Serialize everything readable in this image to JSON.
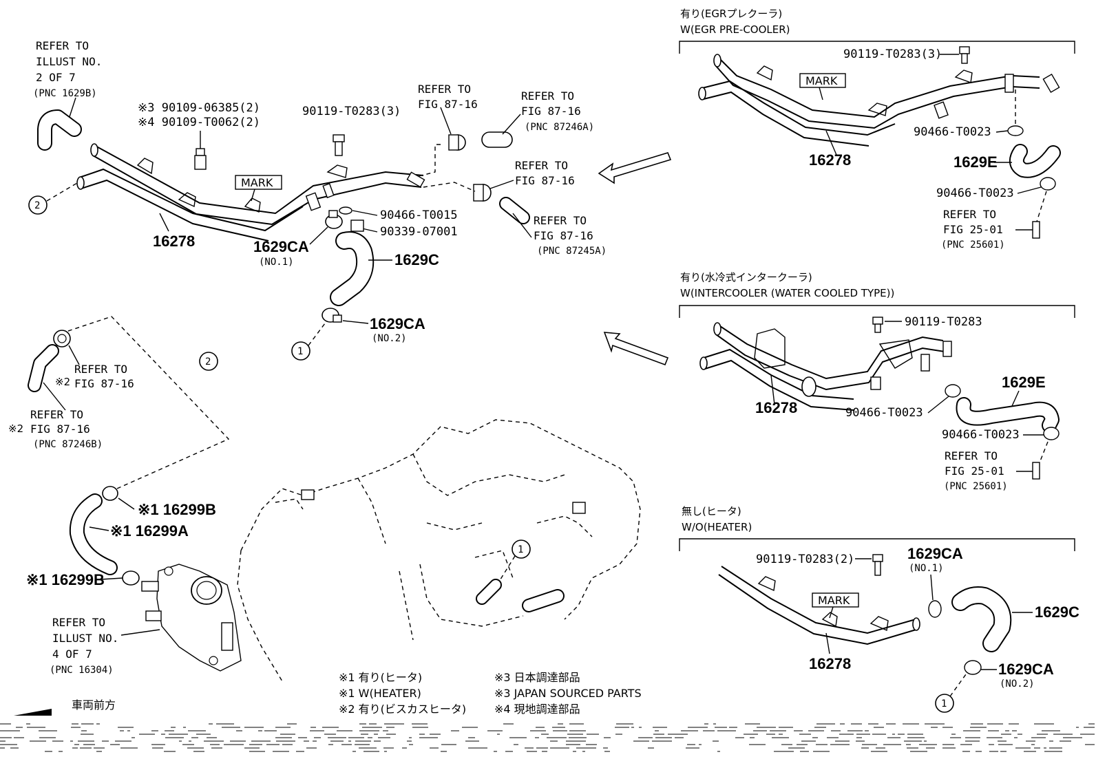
{
  "main": {
    "refer_illust_2": [
      "REFER TO",
      "ILLUST NO.",
      "2 OF 7",
      "(PNC 1629B)"
    ],
    "bolt_note_3": "※3 90109-06385(2)",
    "bolt_note_4": "※4 90109-T0062(2)",
    "bolt_90119": "90119-T0283(3)",
    "refer_fig_top": [
      "REFER TO",
      "FIG 87-16"
    ],
    "refer_fig_87246a": [
      "REFER TO",
      "FIG 87-16",
      "(PNC 87246A)"
    ],
    "refer_fig_mid": [
      "REFER TO",
      "FIG 87-16"
    ],
    "refer_fig_87245a": [
      "REFER TO",
      "FIG 87-16",
      "(PNC 87245A)"
    ],
    "clip_90466": "90466-T0015",
    "clip_90339": "90339-07001",
    "pipe_16278": "16278",
    "clamp_1629ca_no1": "1629CA",
    "clamp_no1_label": "(NO.1)",
    "hose_1629c": "1629C",
    "clamp_1629ca_no2": "1629CA",
    "clamp_no2_label": "(NO.2)",
    "mark_label": "MARK",
    "circle_1": "1",
    "circle_2": "2"
  },
  "lower_left": {
    "refer_fig_16_a": [
      "REFER TO",
      "FIG 87-16"
    ],
    "mark_2a": "※2",
    "refer_fig_16_b": [
      "REFER TO",
      "FIG 87-16",
      "(PNC 87246B)"
    ],
    "mark_2b": "※2",
    "part_16299b_top": "※1 16299B",
    "part_16299a": "※1 16299A",
    "part_16299b_bottom": "※1 16299B",
    "refer_illust_4": [
      "REFER TO",
      "ILLUST NO.",
      "4 OF 7",
      "(PNC 16304)"
    ],
    "front_label": "車両前方"
  },
  "legend": {
    "n1_jp": "※1 有り(ヒータ)",
    "n1_en": "※1 W(HEATER)",
    "n2_jp": "※2 有り(ビスカスヒータ)",
    "n3_jp": "※3 日本調達部品",
    "n3_en": "※3 JAPAN SOURCED PARTS",
    "n4_jp": "※4 現地調達部品"
  },
  "egr_box": {
    "title_jp": "有り(EGRプレクーラ)",
    "title_en": "W(EGR PRE-COOLER)",
    "bolt": "90119-T0283(3)",
    "mark_label": "MARK",
    "clip_1": "90466-T0023",
    "hose": "1629E",
    "pipe": "16278",
    "clip_2": "90466-T0023",
    "refer": [
      "REFER TO",
      "FIG 25-01",
      "(PNC 25601)"
    ]
  },
  "intercooler_box": {
    "title_jp": "有り(水冷式インタークーラ)",
    "title_en": "W(INTERCOOLER (WATER COOLED TYPE))",
    "bolt": "90119-T0283",
    "hose": "1629E",
    "pipe": "16278",
    "clip_1": "90466-T0023",
    "clip_2": "90466-T0023",
    "refer": [
      "REFER TO",
      "FIG 25-01",
      "(PNC 25601)"
    ]
  },
  "no_heater_box": {
    "title_jp": "無し(ヒータ)",
    "title_en": "W/O(HEATER)",
    "bolt": "90119-T0283(2)",
    "clamp_top": "1629CA",
    "clamp_top_no": "(NO.1)",
    "mark_label": "MARK",
    "hose": "1629C",
    "pipe": "16278",
    "clamp_bottom": "1629CA",
    "clamp_bottom_no": "(NO.2)",
    "circle": "1"
  }
}
